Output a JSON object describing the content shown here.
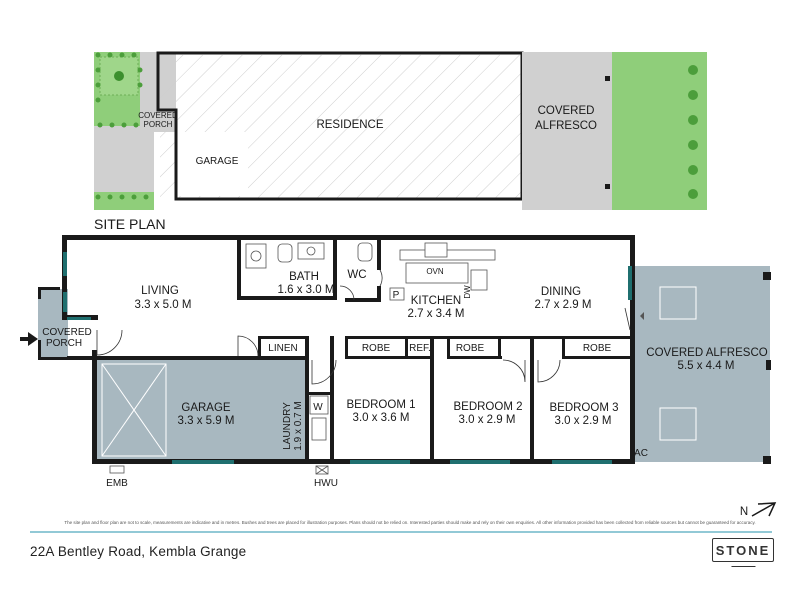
{
  "site_plan": {
    "heading": "SITE PLAN",
    "residence_label": "RESIDENCE",
    "garage_label": "GARAGE",
    "porch_label_1": "COVERED",
    "porch_label_2": "PORCH",
    "alfresco_label_1": "COVERED",
    "alfresco_label_2": "ALFRESCO"
  },
  "floor_plan": {
    "rooms": {
      "living": {
        "name": "LIVING",
        "dims": "3.3 x 5.0 M"
      },
      "bath": {
        "name": "BATH",
        "dims": "1.6 x 3.0 M"
      },
      "wc": {
        "name": "WC"
      },
      "kitchen": {
        "name": "KITCHEN",
        "dims": "2.7 x 3.4 M"
      },
      "dining": {
        "name": "DINING",
        "dims": "2.7 x 2.9 M"
      },
      "porch": {
        "name_1": "COVERED",
        "name_2": "PORCH"
      },
      "linen": {
        "name": "LINEN"
      },
      "garage": {
        "name": "GARAGE",
        "dims": "3.3 x 5.9 M"
      },
      "laundry": {
        "name": "LAUNDRY",
        "dims": "1.9 x 0.7 M"
      },
      "bedroom1": {
        "name": "BEDROOM 1",
        "dims": "3.0 x 3.6 M"
      },
      "bedroom2": {
        "name": "BEDROOM 2",
        "dims": "3.0 x 2.9 M"
      },
      "bedroom3": {
        "name": "BEDROOM 3",
        "dims": "3.0 x 2.9 M"
      },
      "alfresco": {
        "name": "COVERED ALFRESCO",
        "dims": "5.5 x 4.4 M"
      }
    },
    "labels": {
      "robe": "ROBE",
      "ref": "REF.",
      "ovn": "OVN",
      "dw": "DW",
      "pantry": "P",
      "washer": "W",
      "ac": "AC",
      "emb": "EMB",
      "hwu": "HWU",
      "north": "N"
    }
  },
  "footer": {
    "disclaimer": "The site plan and floor plan are not to scale, measurements are indicative and in metres. Bushes and trees are placed for illustration purposes. Plans should not be relied on. Interested parties should make and rely on their own enquiries. All other information provided has been collected from reliable sources but cannot be guaranteed for accuracy.",
    "address": "22A Bentley Road, Kembla Grange",
    "logo": "STONE"
  },
  "colors": {
    "lawn": "#8fce7a",
    "paving": "#d0d0d0",
    "outdoor_slate": "#a8b8c0",
    "window_teal": "#1f6f6f",
    "wall": "#1a1a1a"
  }
}
